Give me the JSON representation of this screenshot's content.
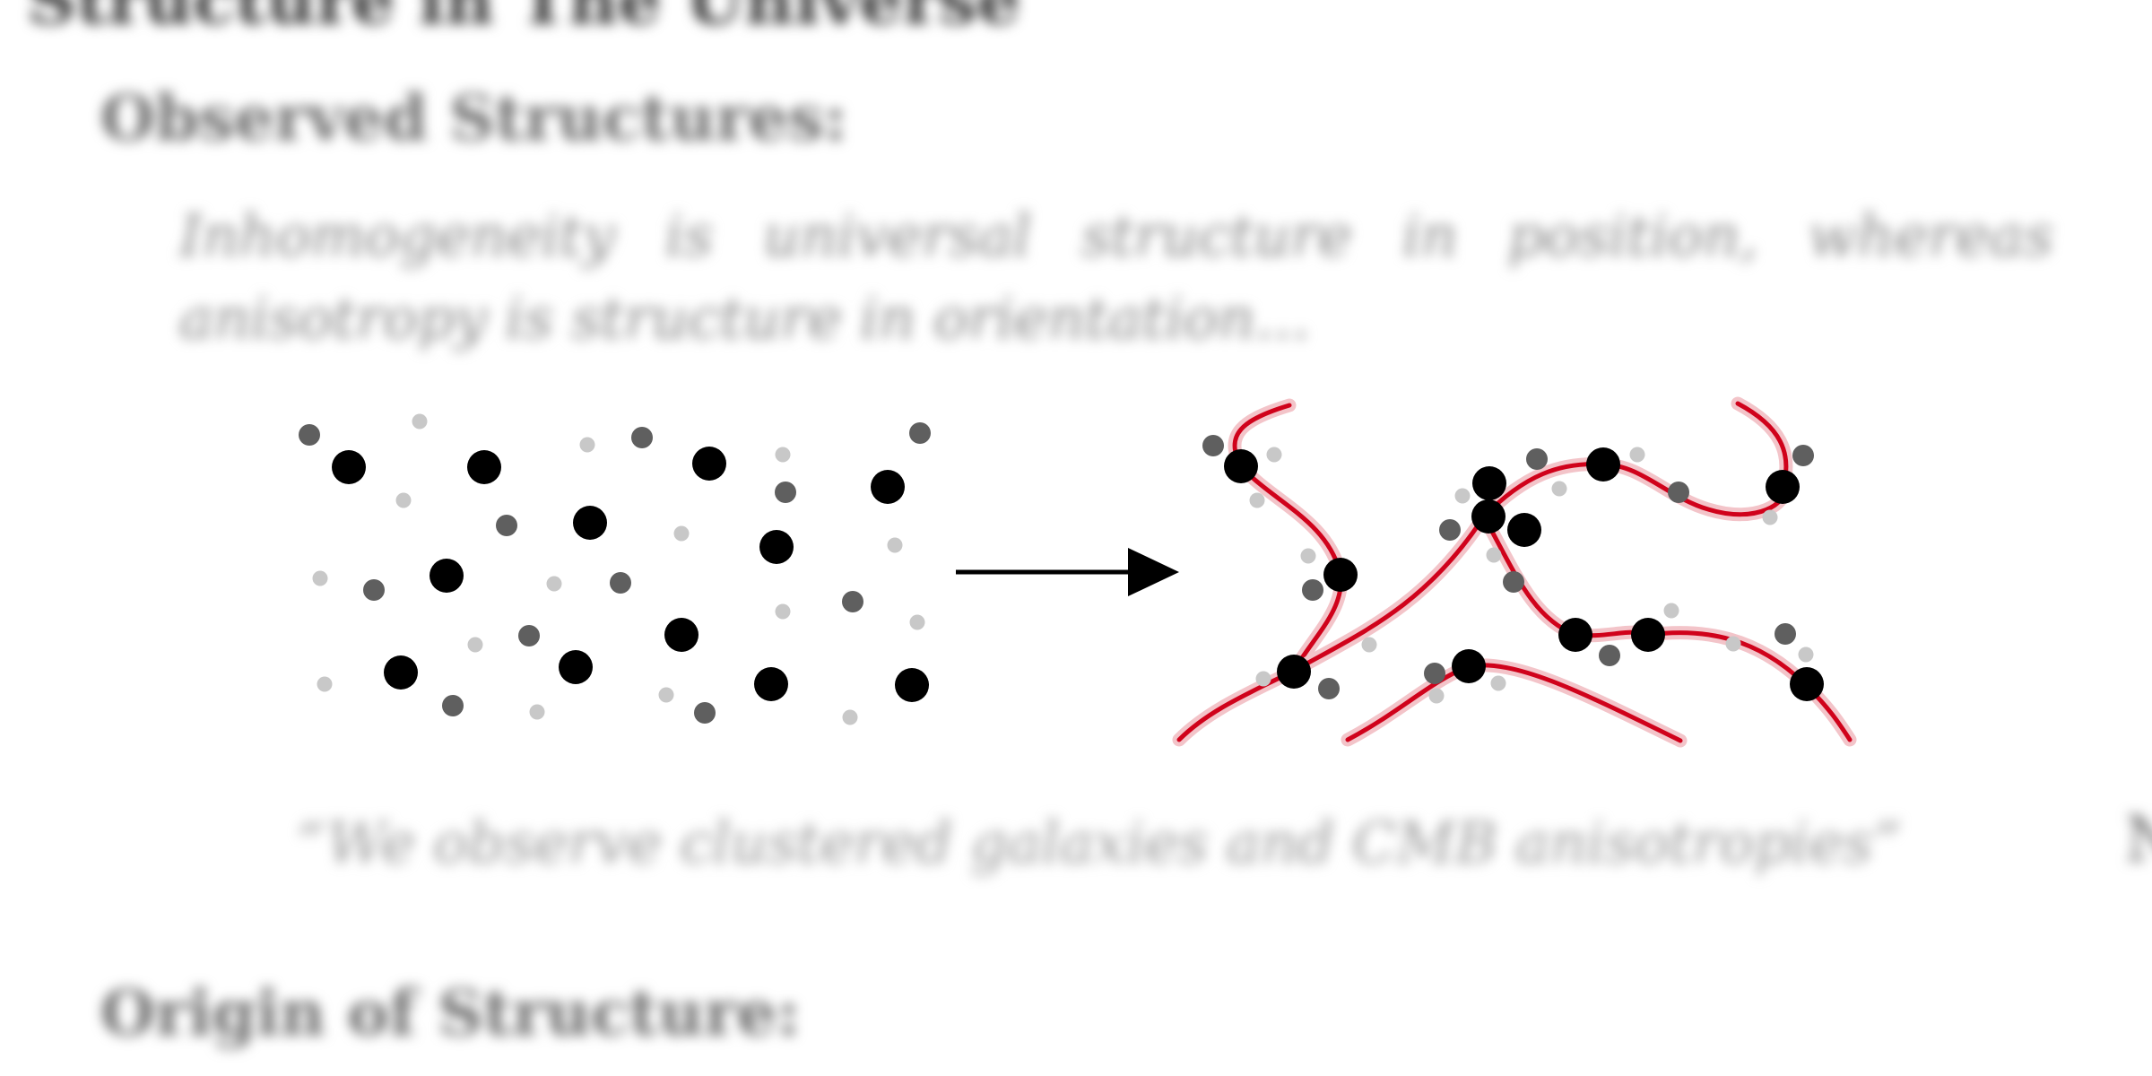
{
  "slide": {
    "title": "Structure in The Universe",
    "section_observed": "Observed Structures:",
    "definition": "Inhomogeneity is universal structure in position, whereas anisotropy is structure in orientation...",
    "caption": "“We observe clustered galaxies and CMB anisotropies”",
    "side_letter": "N",
    "section_origin": "Origin of Structure:"
  },
  "figure": {
    "arrow_color": "#000000",
    "filament_color": "#d0021b",
    "filament_glow_color": "#f3c4c9",
    "dot_colors": {
      "large": "#000000",
      "medium": "#5f5f5f",
      "small": "#c8c8c8"
    },
    "arrow_icon": "right-arrow-icon"
  }
}
